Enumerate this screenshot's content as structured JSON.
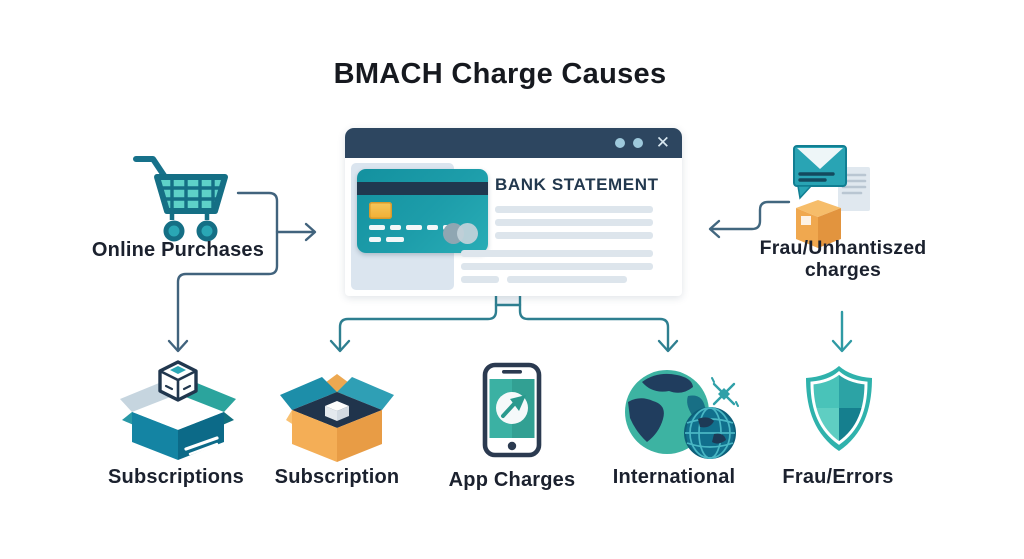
{
  "title": "BMACH Charge Causes",
  "browser": {
    "heading": "BANK STATEMENT",
    "close_icon": "✕",
    "titlebar_color": "#2d4660",
    "card_color": "#1d9daa"
  },
  "nodes": {
    "online_purchases": {
      "label": "Online Purchases",
      "icon": "shopping-cart-icon"
    },
    "fraud_unauthorized": {
      "label_line1": "Frau/Unhantiszed",
      "label_line2": "charges",
      "icon": "mail-and-package-icon"
    }
  },
  "bottom_row": [
    {
      "label": "Subscriptions",
      "icon": "open-box-teal-icon"
    },
    {
      "label": "Subscription",
      "icon": "open-box-orange-icon"
    },
    {
      "label": "App Charges",
      "icon": "smartphone-chart-icon"
    },
    {
      "label": "International",
      "icon": "globe-icon"
    },
    {
      "label": "Frau/Errors",
      "icon": "shield-icon"
    }
  ],
  "colors": {
    "teal": "#2aa7b5",
    "dark_teal": "#11708d",
    "navy": "#20384f",
    "orange": "#f0a852",
    "connector_slate": "#41637d",
    "connector_teal": "#2e7f90",
    "text": "#1b212e"
  }
}
